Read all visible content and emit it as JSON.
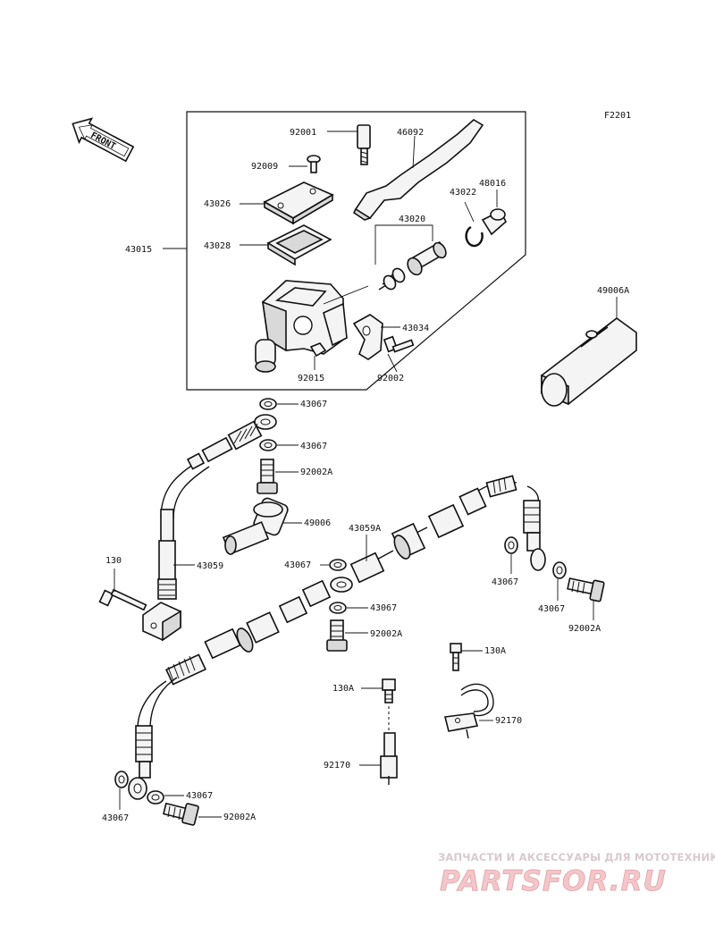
{
  "figure_code": "F2201",
  "front_label": "FRONT",
  "labels": {
    "p92001": "92001",
    "p46092": "46092",
    "p92009": "92009",
    "p43026": "43026",
    "p43022": "43022",
    "p48016": "48016",
    "p43020": "43020",
    "p43028": "43028",
    "p43015": "43015",
    "p49006A": "49006A",
    "p43034": "43034",
    "p92015": "92015",
    "p92002": "92002",
    "p43067_a": "43067",
    "p43067_b": "43067",
    "p92002A_a": "92002A",
    "p49006": "49006",
    "p43059A": "43059A",
    "p130": "130",
    "p43059": "43059",
    "p43067_c": "43067",
    "p43067_d": "43067",
    "p43067_e": "43067",
    "p43067_f": "43067",
    "p92002A_b": "92002A",
    "p92002A_c": "92002A",
    "p130A_a": "130A",
    "p130A_b": "130A",
    "p92170_a": "92170",
    "p92170_b": "92170",
    "p43067_g": "43067",
    "p43067_h": "43067",
    "p92002A_d": "92002A"
  },
  "watermark": {
    "tagline": "ЗАПЧАСТИ И АКСЕССУАРЫ ДЛЯ МОТОТЕХНИКИ",
    "brand": "PARTSFOR.RU"
  }
}
